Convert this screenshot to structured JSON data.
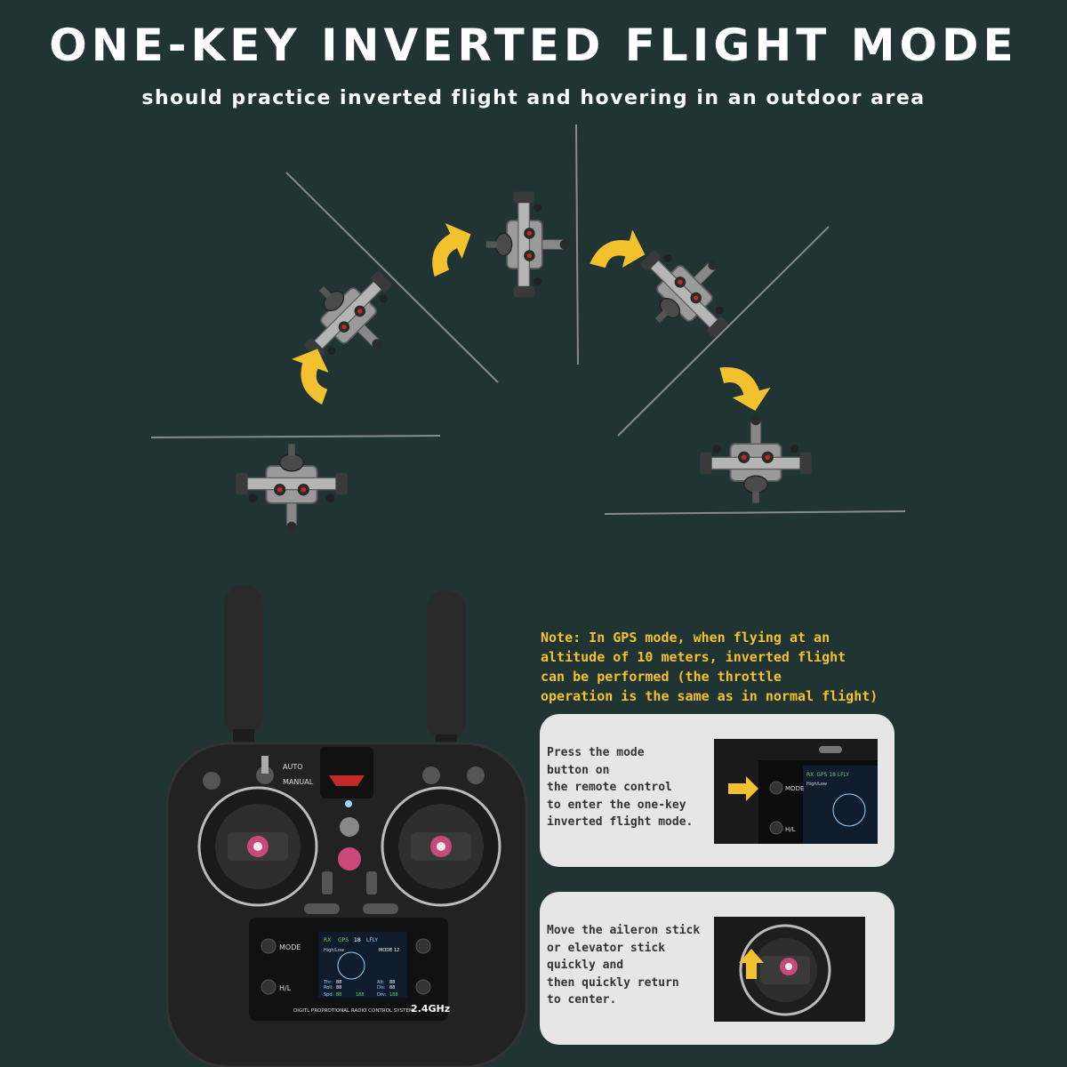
{
  "header": {
    "title": "ONE-KEY INVERTED FLIGHT MODE",
    "subtitle": "should practice inverted flight and hovering in an outdoor area"
  },
  "note": {
    "lines": [
      "Note: In GPS mode, when flying at an",
      "altitude of 10 meters, inverted flight",
      "can be performed (the throttle",
      "operation is the same as in normal flight)"
    ]
  },
  "steps": [
    {
      "lines": [
        "Press the mode",
        "button on",
        "the remote control",
        "to enter the one-key",
        "inverted flight mode."
      ],
      "photo_labels": {
        "mode": "MODE",
        "hl": "H/L",
        "screen_top": "RX  GPS 18 LFLY",
        "screen_sub": "High/Low"
      }
    },
    {
      "lines": [
        "Move the aileron stick",
        "or elevator stick",
        "quickly and",
        "then quickly return",
        "to center."
      ]
    }
  ],
  "controller": {
    "switch_auto": "AUTO",
    "switch_manual": "MANUAL",
    "mode_label": "MODE",
    "hl_label": "H/L",
    "band": "2.4GHz",
    "system_text": "DIGITL PROPROTIONAL RADIO CONTROL SYSTEM",
    "screen": {
      "rx": "RX",
      "gps": "GPS",
      "sats": "18",
      "fly": "LFLY",
      "high_low": "High/Low",
      "mode": "MODE 12",
      "thr": "Thr:",
      "roll": "Roll:",
      "alt": "Alt:",
      "dis": "Dis:",
      "thr_val": "88",
      "roll_val": "88",
      "alt_val": "88",
      "dis_val": "88",
      "spd": "Spd:",
      "spd_val": "88",
      "bat_val": "188",
      "drv": "Drv:",
      "drv_val": "188"
    }
  },
  "colors": {
    "background": "#1f3433",
    "note_text": "#f3c12d",
    "arrow": "#f3c12d",
    "card_bg": "#e6e6e6"
  },
  "icons": [
    "curved-arrow-icon",
    "up-arrow-icon",
    "right-arrow-icon"
  ]
}
